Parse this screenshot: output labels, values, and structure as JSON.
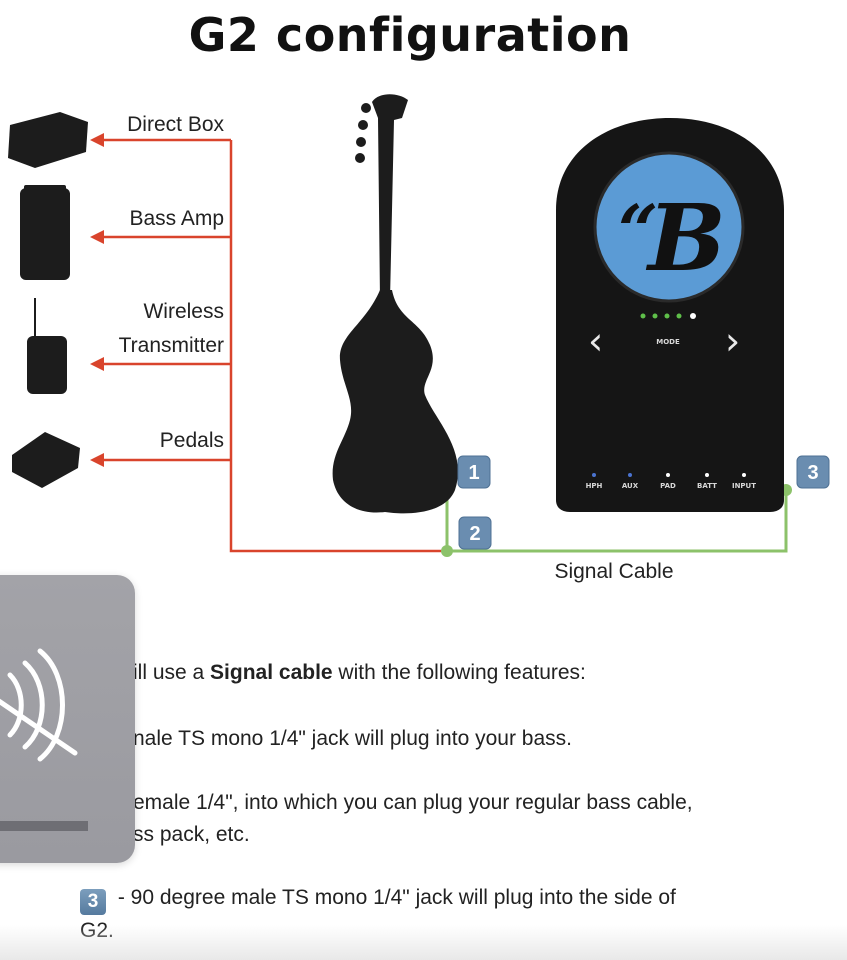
{
  "title": "G2 configuration",
  "devices": {
    "direct_box": "Direct Box",
    "bass_amp": "Bass Amp",
    "wireless_line1": "Wireless",
    "wireless_line2": "Transmitter",
    "pedals": "Pedals"
  },
  "g2": {
    "logo_letter": "B",
    "logo_prefix": "“",
    "mode_label": "MODE",
    "ports": [
      "HPH",
      "AUX",
      "PAD",
      "BATT",
      "INPUT"
    ]
  },
  "badges": [
    "1",
    "2",
    "3"
  ],
  "signal_cable_label": "Signal Cable",
  "colors": {
    "red_line": "#d9442c",
    "green_line": "#8cc26a",
    "badge": "#6a8db0",
    "logo_blue": "#5b9bd5"
  },
  "paragraphs": {
    "p1_pre": "ill use a ",
    "p1_bold": "Signal cable",
    "p1_post": " with the following features:",
    "p2": "nale TS mono 1/4\" jack will plug into your bass.",
    "p3_line1": "emale 1/4\", into which you can plug your regular bass cable,",
    "p3_line2": "ss pack, etc.",
    "p4_badge": "3",
    "p4_line1": " - 90 degree male TS mono 1/4\" jack will plug into the side of",
    "p4_line2": "G2."
  },
  "overlay_icon": "wireless-off-icon"
}
